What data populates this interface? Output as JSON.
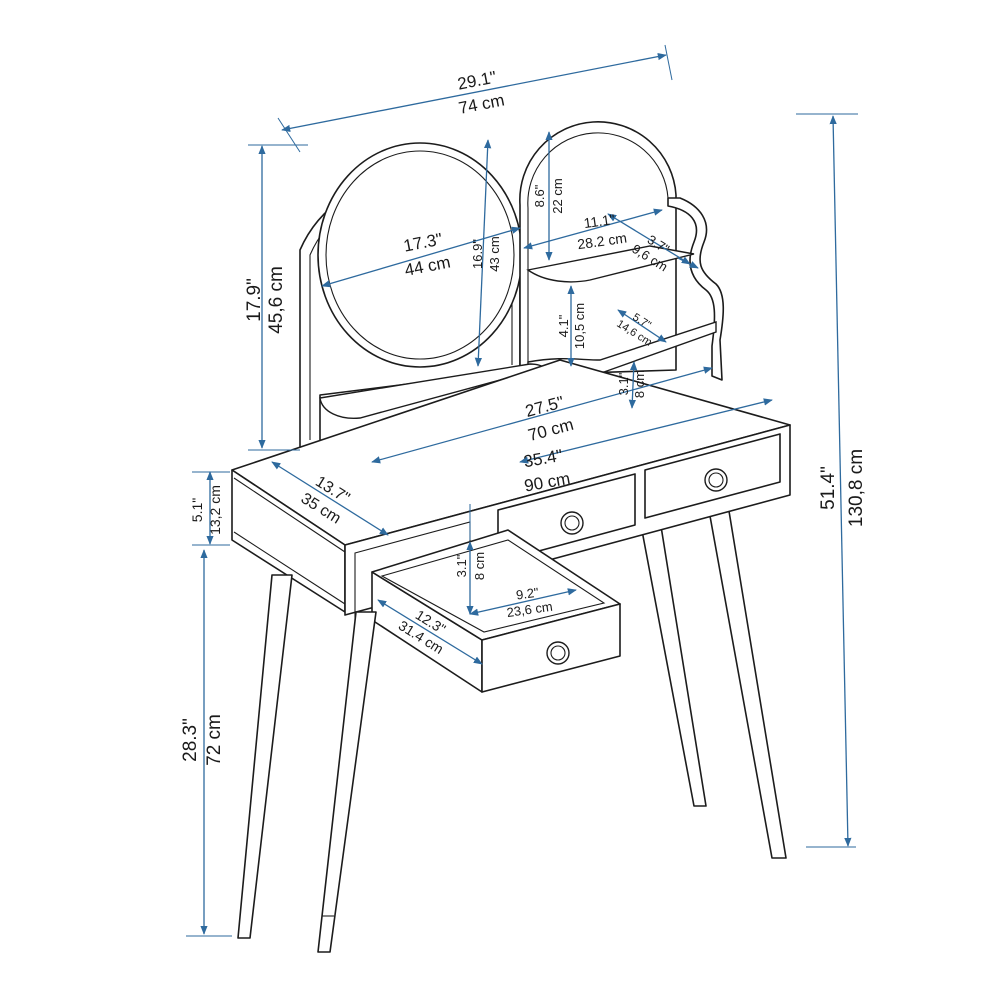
{
  "colors": {
    "dimension_line": "#2e6a9e",
    "outline": "#1c1c1c",
    "background": "#ffffff"
  },
  "dimensions": {
    "overall_width": {
      "inch": "29.1\"",
      "cm": "74 cm"
    },
    "overall_height": {
      "inch": "51.4\"",
      "cm": "130,8 cm"
    },
    "mirror_height": {
      "inch": "17.9\"",
      "cm": "45,6 cm"
    },
    "mirror_width": {
      "inch": "17.3\"",
      "cm": "44 cm"
    },
    "mirror_inner_height": {
      "inch": "16.9\"",
      "cm": "43 cm"
    },
    "shelf_top_height": {
      "inch": "8.6\"",
      "cm": "22 cm"
    },
    "shelf_width": {
      "inch": "11.1\"",
      "cm": "28.2 cm"
    },
    "shelf_depth_small": {
      "inch": "3.7\"",
      "cm": "9,6 cm"
    },
    "shelf_gap": {
      "inch": "4.1\"",
      "cm": "10,5 cm"
    },
    "shelf_depth_large": {
      "inch": "5.7\"",
      "cm": "14,6 cm"
    },
    "riser_height": {
      "inch": "3.1\"",
      "cm": "8 cm"
    },
    "back_width": {
      "inch": "27.5\"",
      "cm": "70 cm"
    },
    "table_width": {
      "inch": "35.4\"",
      "cm": "90 cm"
    },
    "table_depth": {
      "inch": "13.7\"",
      "cm": "35 cm"
    },
    "top_thickness": {
      "inch": "5.1\"",
      "cm": "13,2 cm"
    },
    "drawer_height": {
      "inch": "3.1\"",
      "cm": "8 cm"
    },
    "drawer_width": {
      "inch": "9.2\"",
      "cm": "23,6 cm"
    },
    "drawer_depth": {
      "inch": "12.3\"",
      "cm": "31.4 cm"
    },
    "leg_height": {
      "inch": "28.3\"",
      "cm": "72 cm"
    }
  }
}
